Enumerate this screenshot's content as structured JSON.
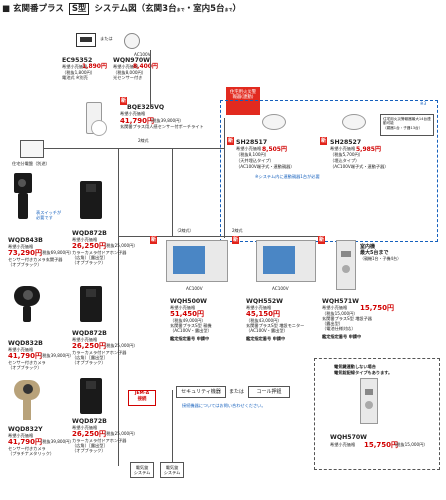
{
  "header": {
    "bullet": "■",
    "title": "玄関番プラス",
    "badge": "S型",
    "system": "システム図（玄関3台",
    "small1": "まで",
    "mid": "・室内5台",
    "small2": "まで",
    "close": "）"
  },
  "top": {
    "matawa": "または",
    "ec": {
      "model": "EC95352",
      "label": "希望小売価格",
      "price": "1,890円",
      "tax": "（税抜1,800円）",
      "note": "電池式 ※別売"
    },
    "wqn": {
      "model": "WQN970W",
      "label": "希望小売価格",
      "price": "8,400円",
      "tax": "（税抜8,000円）",
      "note": "光センサー付き"
    },
    "ac": "AC100V"
  },
  "bqe": {
    "model": "BQE325VQ",
    "label": "希望小売価格",
    "price": "41,790円",
    "tax": "（税抜39,800円）",
    "note": "玄関番プラス用人感センサー付ポーチライト"
  },
  "house_panel": "住宅分電盤（別途）",
  "wiring": {
    "w2": "2線式",
    "w2b": "（2線式）",
    "w2c": "2線式"
  },
  "alarm": {
    "redbox": "住宅用火災警報器(連動)",
    "sh28517": {
      "model": "SH28517",
      "label": "希望小売価格",
      "price": "8,505円",
      "tax": "（税抜8,100円）",
      "desc1": "（天井埋込タイプ）",
      "desc2": "（AC100V端子式・連動親器）"
    },
    "sh28527": {
      "model": "SH28527",
      "label": "希望小売価格",
      "price": "5,985円",
      "tax": "（税抜5,700円）",
      "desc1": "（埋込タイプ）",
      "desc2": "（AC100V端子式・連動子器）"
    },
    "legend": "住宅用火災警報器最大14台連動可能",
    "legend2": "（親器1台・子器13台）",
    "note": "※システム内に連動親器1台が必要",
    "footnote": "※3"
  },
  "cams": [
    {
      "model": "WQD843B",
      "label": "希望小売価格",
      "price": "73,290円",
      "tax": "（税抜69,800円）",
      "desc": "センサー付きカメラ玄関子器",
      "note": "（オプブラック）",
      "switch": "表スイッチが",
      "switch2": "必要です"
    },
    {
      "model": "WQD832B",
      "label": "希望小売価格",
      "price": "41,790円",
      "tax": "（税抜39,800円）",
      "desc": "センサー付きカメラ",
      "note": "（オプブラック）"
    },
    {
      "model": "WQD832Y",
      "label": "希望小売価格",
      "price": "41,790円",
      "tax": "（税抜39,800円）",
      "desc": "センサー付きカメラ",
      "note": "（プラチナメタリック）"
    }
  ],
  "doors": [
    {
      "model": "WQD872B",
      "label": "希望小売価格",
      "price": "26,250円",
      "tax": "（税抜25,000円）",
      "desc": "カラーカメラ付ドアホン子器",
      "note1": "（広角）［露出型］",
      "note2": "（オプブラック）"
    },
    {
      "model": "WQD872B",
      "label": "希望小売価格",
      "price": "26,250円",
      "tax": "（税抜25,000円）",
      "desc": "カラーカメラ付ドアホン子器",
      "note1": "（広角）［露出型］",
      "note2": "（オプブラック）"
    },
    {
      "model": "WQD872B",
      "label": "希望小売価格",
      "price": "26,250円",
      "tax": "（税抜25,000円）",
      "desc": "カラーカメラ付ドアホン子器",
      "note1": "（広角）［露出型］",
      "note2": "（オプブラック）"
    }
  ],
  "monitors": {
    "wqh500w": {
      "model": "WQH500W",
      "label": "希望小売価格",
      "price": "51,450円",
      "tax": "（税抜49,000円）",
      "desc": "玄関番プラスS型 親機",
      "desc2": "（AC100V・露出型）",
      "cert": "鑑定指定番号 申請中"
    },
    "wqh552w": {
      "model": "WQH552W",
      "label": "希望小売価格",
      "price": "45,150円",
      "tax": "（税抜43,000円）",
      "desc": "玄関番プラスS型 増設モニター",
      "desc2": "（AC100V・露出型）",
      "cert": "鑑定指定番号 申請中"
    },
    "wqh571w": {
      "model": "WQH571W",
      "label": "希望小売価格",
      "price": "15,750円",
      "tax": "（税抜15,000円）",
      "desc": "玄関番プラスS型 増設子器",
      "desc2": "（露出型）",
      "desc3": "（電池仕様対応）",
      "cert": "鑑定指定番号 申請中"
    },
    "room_max": "室内機",
    "room_max2": "最大5台まで",
    "room_max3": "（親機1台・子機4台）"
  },
  "wqh570w": {
    "header": "電気鍵連動しない場合",
    "header2": "電気錠配線タイプもあります。",
    "model": "WQH570W",
    "label": "希望小売価格",
    "price": "15,750円",
    "tax": "（税抜15,000円）"
  },
  "security": {
    "label": "セキュリティ機器",
    "or": "または",
    "call": "コール押鈕",
    "note": "接続機器についてはお問い合わせください。"
  },
  "jem": {
    "line1": "JEM-A",
    "line2": "接続"
  },
  "bottom": {
    "lock1": "電気錠",
    "lock1b": "システム",
    "lock2": "電気錠",
    "lock2b": "システム"
  },
  "ac": "AC100V",
  "new": "新"
}
